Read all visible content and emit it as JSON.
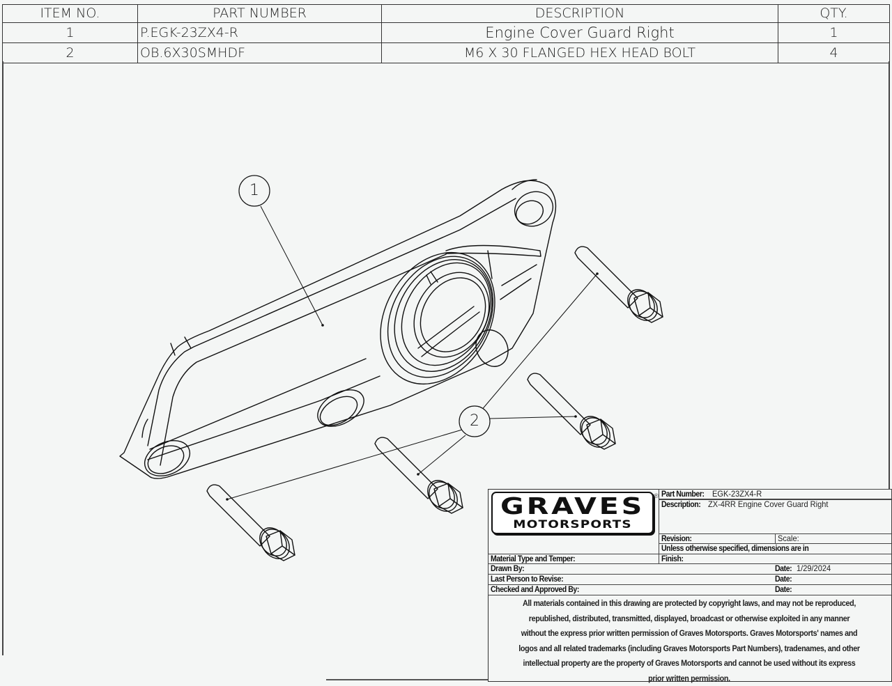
{
  "bom": {
    "columns": [
      "ITEM NO.",
      "PART NUMBER",
      "DESCRIPTION",
      "QTY."
    ],
    "rows": [
      {
        "item": "1",
        "part_number": "P.EGK-23ZX4-R",
        "description": "Engine Cover Guard Right",
        "qty": "1"
      },
      {
        "item": "2",
        "part_number": "OB.6X30SMHDF",
        "description": "M6 X 30 FLANGED HEX HEAD BOLT",
        "qty": "4"
      }
    ]
  },
  "drawing": {
    "balloons": [
      {
        "label": "1",
        "target": "engine-cover-guard"
      },
      {
        "label": "2",
        "target": "flanged-hex-bolts"
      }
    ],
    "line_color": "#111111",
    "background": "#f4f6f5"
  },
  "title_block": {
    "logo": {
      "line1": "GRAVES",
      "line2": "MOTORSPORTS",
      "reg_mark": "®"
    },
    "part_number_label": "Part Number:",
    "part_number_value": "EGK-23ZX4-R",
    "description_label": "Description:",
    "description_value": "ZX-4RR Engine Cover Guard Right",
    "revision_label": "Revision:",
    "scale_label": "Scale:",
    "units_note": "Unless otherwise specified, dimensions are in",
    "material_label": "Material Type and Temper:",
    "finish_label": "Finish:",
    "drawn_by_label": "Drawn By:",
    "drawn_date_label": "Date:",
    "drawn_date_value": "1/29/2024",
    "last_revise_label": "Last Person to Revise:",
    "last_revise_date_label": "Date:",
    "checked_label": "Checked and Approved By:",
    "checked_date_label": "Date:",
    "legal_lines": [
      "All materials contained in this drawing are protected by copyright laws, and may not be reproduced,",
      "republished, distributed, transmitted, displayed, broadcast or otherwise exploited in any manner",
      "without the express prior written permission of Graves Motorsports. Graves Motorsports' names and",
      "logos and all related trademarks (including Graves Motorsports Part Numbers), tradenames, and other",
      "intellectual property are the property of Graves Motorsports and cannot be used without its express",
      "prior written permission."
    ]
  }
}
